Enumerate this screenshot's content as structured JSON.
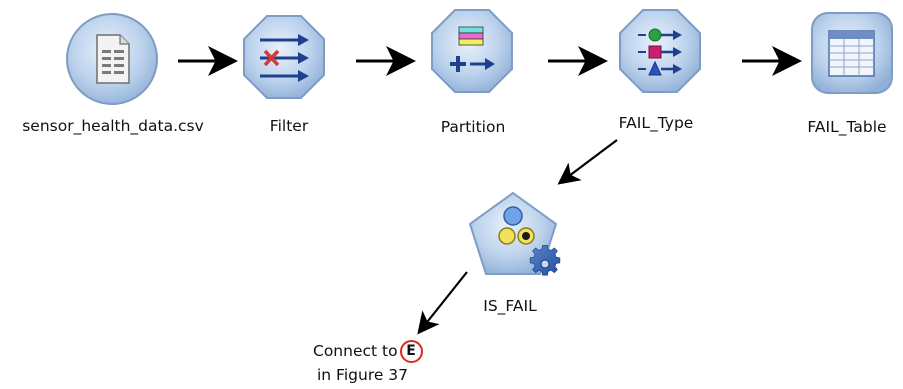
{
  "nodes": {
    "source": {
      "label": "sensor_health_data.csv",
      "icon": "csv-file-icon"
    },
    "filter": {
      "label": "Filter",
      "icon": "filter-icon"
    },
    "partition": {
      "label": "Partition",
      "icon": "partition-icon"
    },
    "type": {
      "label": "FAIL_Type",
      "icon": "type-icon"
    },
    "table": {
      "label": "FAIL_Table",
      "icon": "table-icon"
    },
    "model": {
      "label": "IS_FAIL",
      "icon": "model-nugget-icon"
    }
  },
  "connector": {
    "text": "Connect to",
    "badge": "E",
    "subtext": "in Figure 37",
    "badge_color": "#e0281e"
  },
  "colors": {
    "node_fill": "#b9cfe8",
    "node_stroke": "#7e9cc4",
    "arrow": "#000000"
  }
}
